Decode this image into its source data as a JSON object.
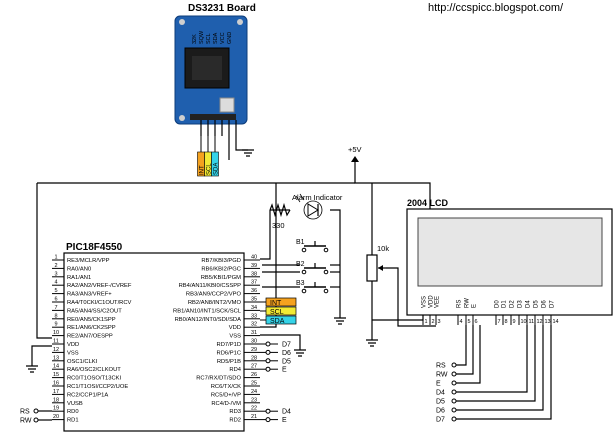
{
  "url": "http://ccspicc.blogspot.com/",
  "rtc": {
    "title": "DS3231 Board",
    "pins": [
      "32K",
      "SQW",
      "SCL",
      "SDA",
      "VCC",
      "GND"
    ],
    "tags": [
      "INT",
      "SCL",
      "SDA"
    ],
    "tag_colors": [
      "#f5a21f",
      "#f2ea35",
      "#35d3e8"
    ]
  },
  "supply": {
    "label": "+5V"
  },
  "alarm": {
    "label": "Alarm Indicator",
    "resistor": "330"
  },
  "buttons": [
    "B1",
    "B2",
    "B3"
  ],
  "pot": {
    "label": "10k"
  },
  "mcu": {
    "name": "PIC18F4550",
    "left_pins": [
      {
        "num": "1",
        "name": "RE3/MCLR/VPP"
      },
      {
        "num": "2",
        "name": "RA0/AN0"
      },
      {
        "num": "3",
        "name": "RA1/AN1"
      },
      {
        "num": "4",
        "name": "RA2/AN2/VREF-/CVREF"
      },
      {
        "num": "5",
        "name": "RA3/AN3/VREF+"
      },
      {
        "num": "6",
        "name": "RA4/T0CKI/C1OUT/RCV"
      },
      {
        "num": "7",
        "name": "RA5/AN4/SS/C2OUT"
      },
      {
        "num": "8",
        "name": "RE0/AN5/CK1SPP"
      },
      {
        "num": "9",
        "name": "RE1/AN6/CK2SPP"
      },
      {
        "num": "10",
        "name": "RE2/AN7/OESPP"
      },
      {
        "num": "11",
        "name": "VDD"
      },
      {
        "num": "12",
        "name": "VSS"
      },
      {
        "num": "13",
        "name": "OSC1/CLKI"
      },
      {
        "num": "14",
        "name": "RA6/OSC2/CLKOUT"
      },
      {
        "num": "15",
        "name": "RC0/T1OSO/T13CKI"
      },
      {
        "num": "16",
        "name": "RC1/T1OSI/CCP2/UOE"
      },
      {
        "num": "17",
        "name": "RC2/CCP1/P1A"
      },
      {
        "num": "18",
        "name": "VUSB"
      },
      {
        "num": "19",
        "name": "RD0"
      },
      {
        "num": "20",
        "name": "RD1"
      }
    ],
    "right_pins": [
      {
        "num": "40",
        "name": "RB7/KBI3/PGD"
      },
      {
        "num": "39",
        "name": "RB6/KBI2/PGC"
      },
      {
        "num": "38",
        "name": "RB5/KBI1/PGM"
      },
      {
        "num": "37",
        "name": "RB4/AN11/KBI0/CSSPP"
      },
      {
        "num": "36",
        "name": "RB3/AN9/CCP2/VPO"
      },
      {
        "num": "35",
        "name": "RB2/AN8/INT2/VMO"
      },
      {
        "num": "34",
        "name": "RB1/AN10/INT1/SCK/SCL"
      },
      {
        "num": "33",
        "name": "RB0/AN12/INT0/SDI/SDA"
      },
      {
        "num": "32",
        "name": "VDD"
      },
      {
        "num": "31",
        "name": "VSS"
      },
      {
        "num": "30",
        "name": "RD7/P1D"
      },
      {
        "num": "29",
        "name": "RD6/P1C"
      },
      {
        "num": "28",
        "name": "RD5/P1B"
      },
      {
        "num": "27",
        "name": "RD4"
      },
      {
        "num": "26",
        "name": "RC7/RX/DT/SDO"
      },
      {
        "num": "25",
        "name": "RC6/TX/CK"
      },
      {
        "num": "24",
        "name": "RC5/D+/VP"
      },
      {
        "num": "23",
        "name": "RC4/D-/VM"
      },
      {
        "num": "22",
        "name": "RD3"
      },
      {
        "num": "21",
        "name": "RD2"
      }
    ],
    "bottom_left_tags": [
      "RS",
      "RW"
    ],
    "right_tags": [
      "D7",
      "D6",
      "D5",
      "E",
      "D4",
      "E"
    ]
  },
  "rb_tags": [
    "INT",
    "SCL",
    "SDA"
  ],
  "lcd": {
    "name": "2004 LCD",
    "pins": [
      {
        "num": "1",
        "name": "VSS"
      },
      {
        "num": "2",
        "name": "VDD"
      },
      {
        "num": "3",
        "name": "VEE"
      },
      {
        "num": "4",
        "name": "RS"
      },
      {
        "num": "5",
        "name": "RW"
      },
      {
        "num": "6",
        "name": "E"
      },
      {
        "num": "7",
        "name": "D0"
      },
      {
        "num": "8",
        "name": "D1"
      },
      {
        "num": "9",
        "name": "D2"
      },
      {
        "num": "10",
        "name": "D3"
      },
      {
        "num": "11",
        "name": "D4"
      },
      {
        "num": "12",
        "name": "D5"
      },
      {
        "num": "13",
        "name": "D6"
      },
      {
        "num": "14",
        "name": "D7"
      }
    ],
    "tags": [
      "RS",
      "RW",
      "E",
      "D4",
      "D5",
      "D6",
      "D7"
    ]
  }
}
